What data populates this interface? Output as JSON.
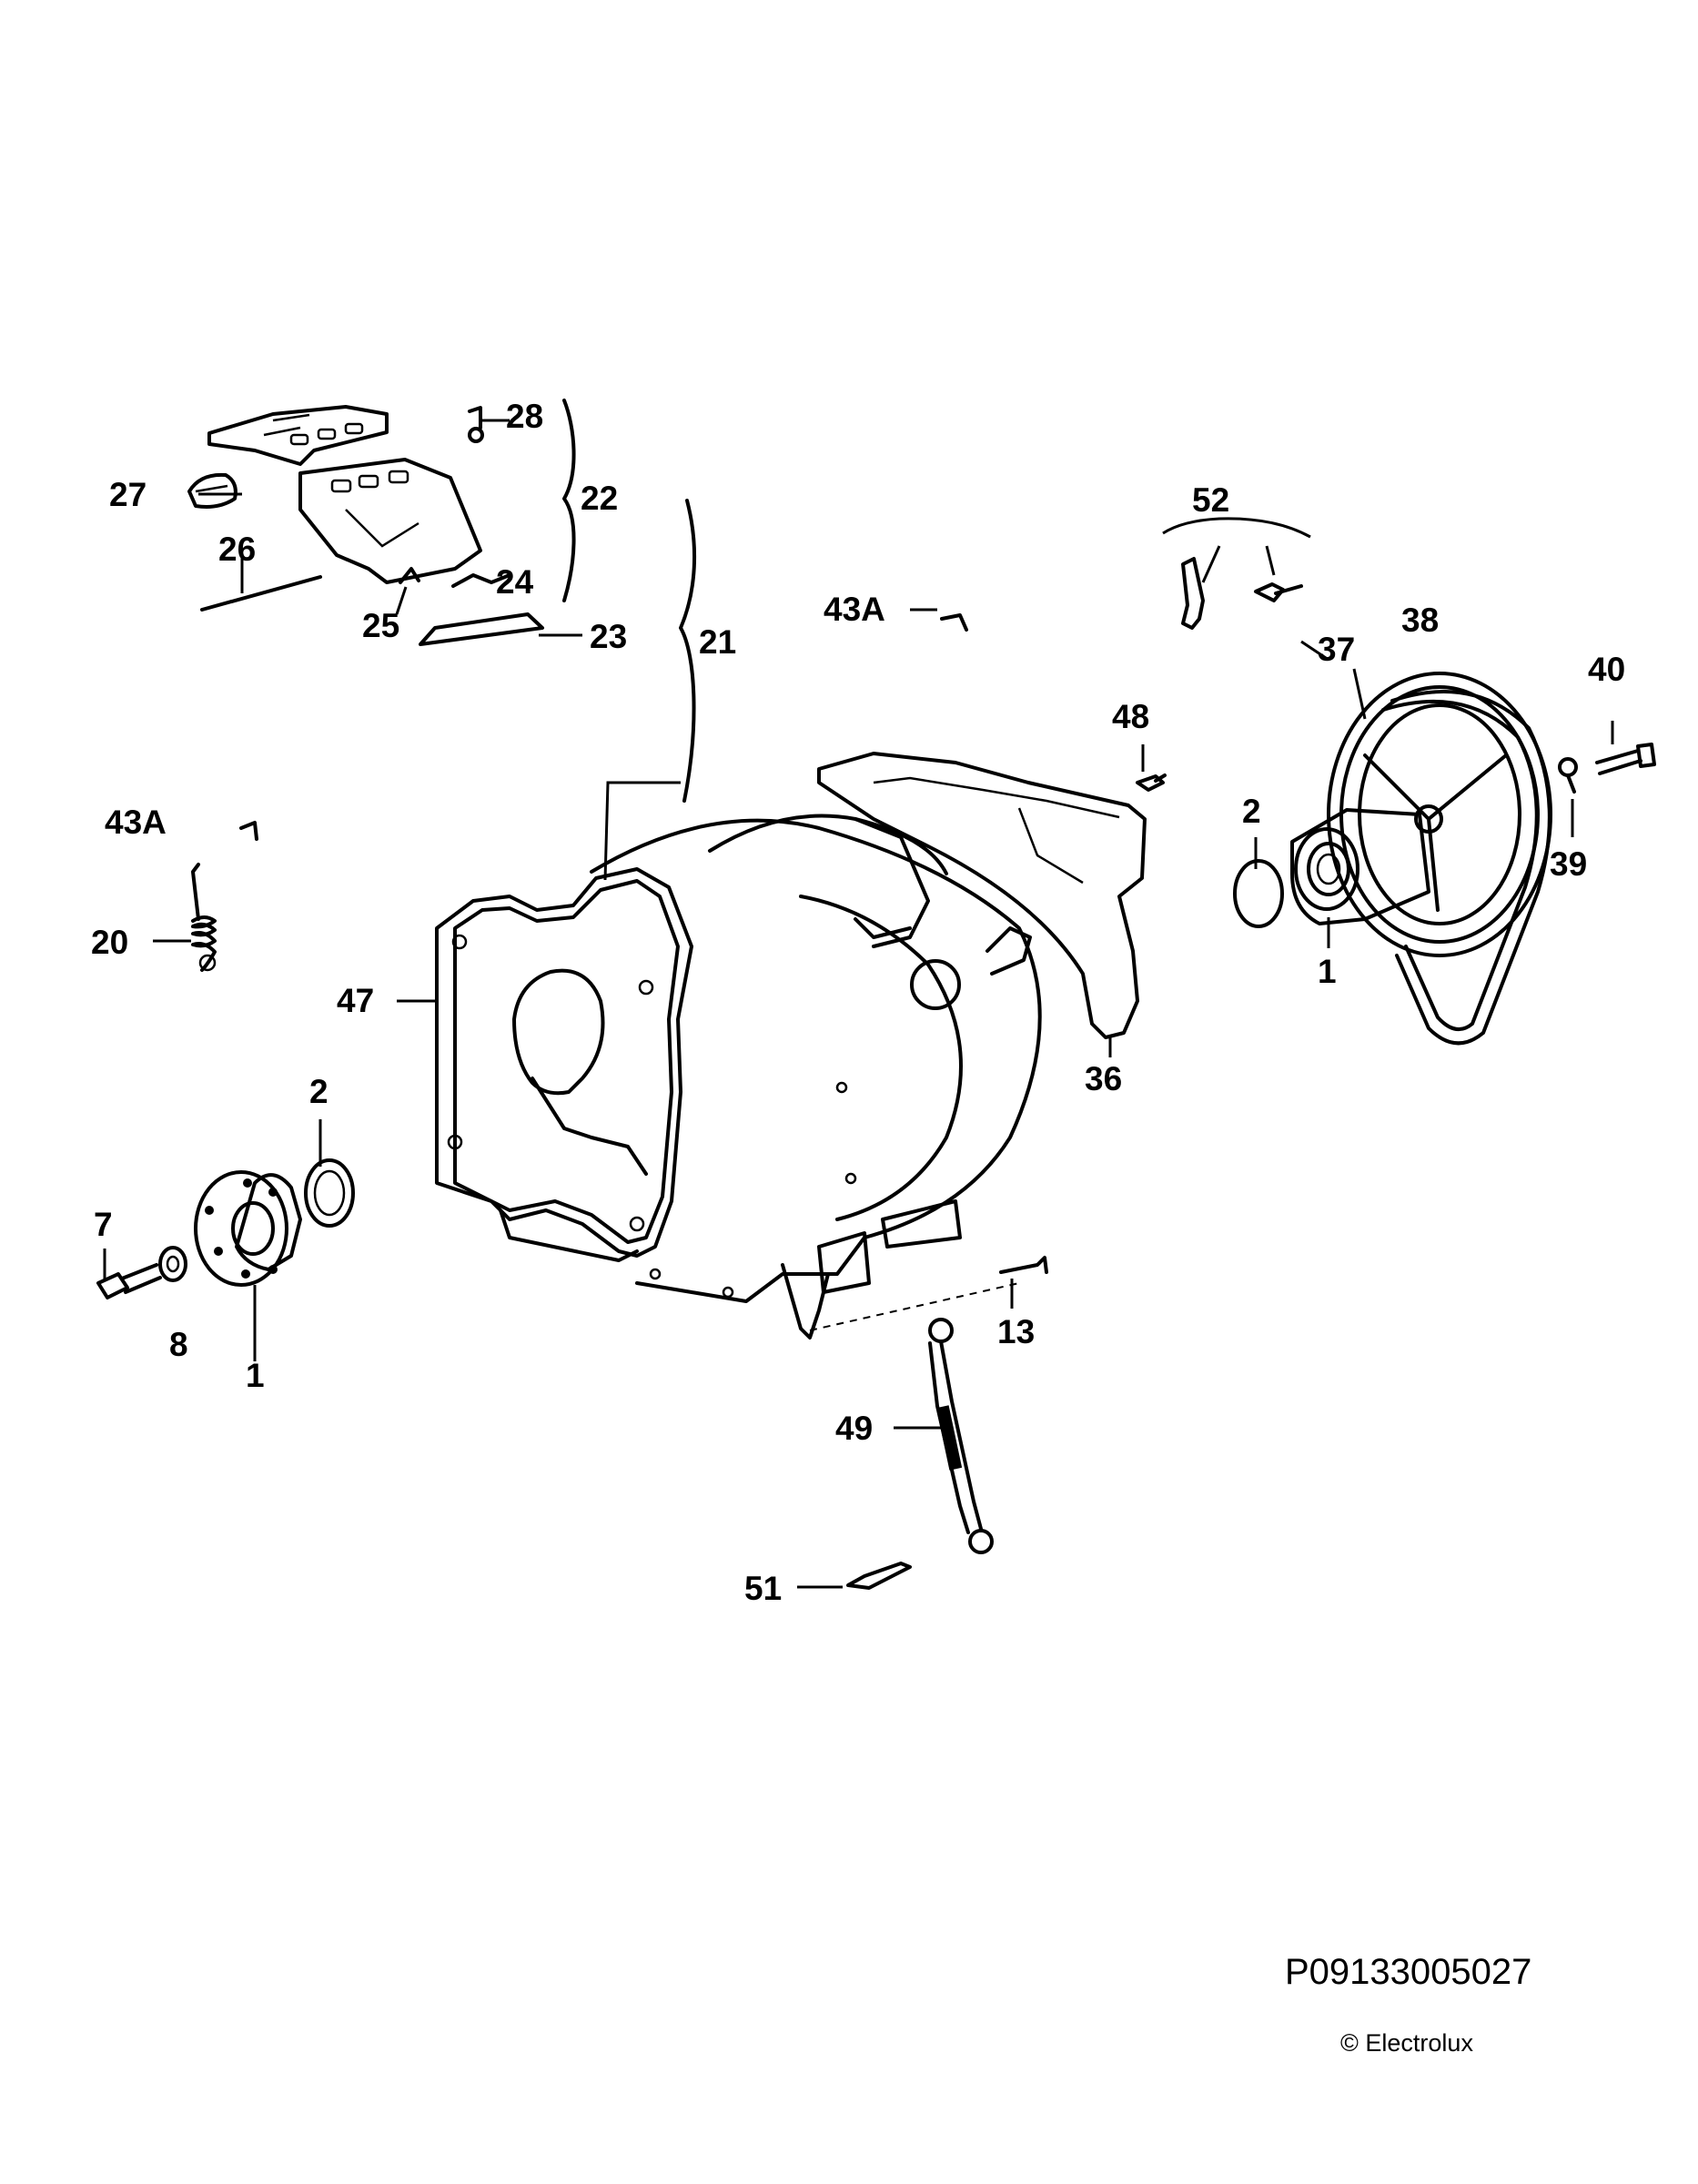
{
  "diagram": {
    "drawing_code": "P09133005027",
    "copyright": "© Electrolux",
    "callouts": [
      {
        "id": "28",
        "label": "28"
      },
      {
        "id": "22",
        "label": "22"
      },
      {
        "id": "27",
        "label": "27"
      },
      {
        "id": "26",
        "label": "26"
      },
      {
        "id": "24",
        "label": "24"
      },
      {
        "id": "25",
        "label": "25"
      },
      {
        "id": "23",
        "label": "23"
      },
      {
        "id": "21",
        "label": "21"
      },
      {
        "id": "43a-top",
        "label": "43A"
      },
      {
        "id": "52",
        "label": "52"
      },
      {
        "id": "38",
        "label": "38"
      },
      {
        "id": "37",
        "label": "37"
      },
      {
        "id": "40",
        "label": "40"
      },
      {
        "id": "48",
        "label": "48"
      },
      {
        "id": "2-right",
        "label": "2"
      },
      {
        "id": "39",
        "label": "39"
      },
      {
        "id": "1-right",
        "label": "1"
      },
      {
        "id": "43a-left",
        "label": "43A"
      },
      {
        "id": "20",
        "label": "20"
      },
      {
        "id": "47",
        "label": "47"
      },
      {
        "id": "36",
        "label": "36"
      },
      {
        "id": "2-left",
        "label": "2"
      },
      {
        "id": "7",
        "label": "7"
      },
      {
        "id": "8",
        "label": "8"
      },
      {
        "id": "1-left",
        "label": "1"
      },
      {
        "id": "13",
        "label": "13"
      },
      {
        "id": "49",
        "label": "49"
      },
      {
        "id": "51",
        "label": "51"
      }
    ]
  }
}
